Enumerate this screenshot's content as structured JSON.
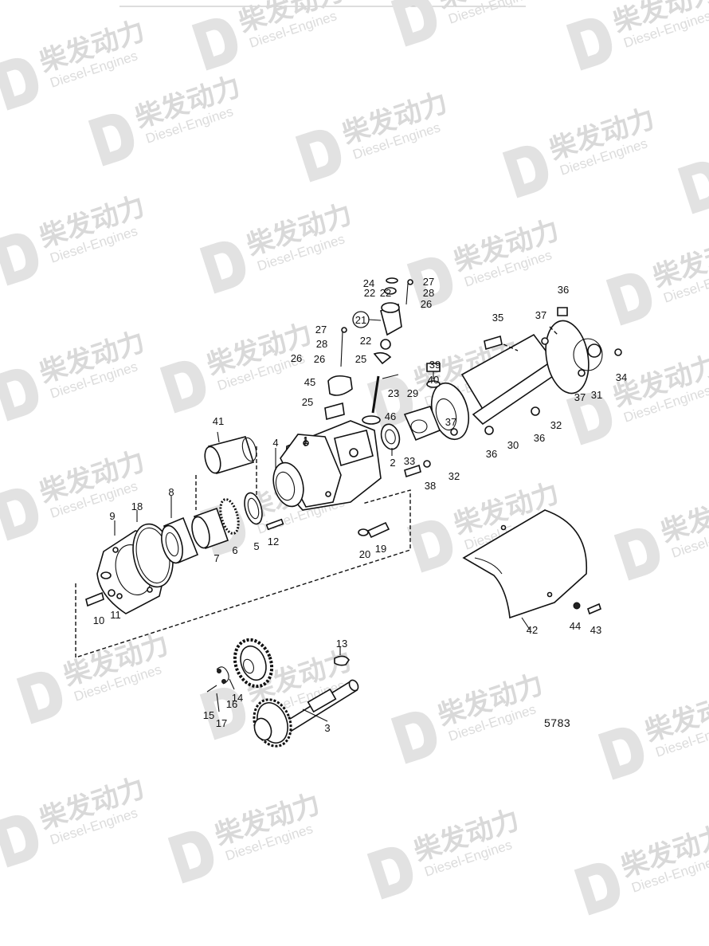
{
  "drawing_number": "5783",
  "watermark": {
    "brand_cn": "柴发动力",
    "brand_en": "Diesel-Engines"
  },
  "callouts": [
    "1",
    "2",
    "3",
    "4",
    "5",
    "6",
    "7",
    "8",
    "9",
    "10",
    "11",
    "12",
    "13",
    "14",
    "15",
    "16",
    "17",
    "18",
    "19",
    "20",
    "21",
    "22",
    "23",
    "24",
    "25",
    "26",
    "27",
    "28",
    "29",
    "30",
    "31",
    "32",
    "33",
    "34",
    "35",
    "36",
    "37",
    "38",
    "39",
    "40",
    "41",
    "42",
    "43",
    "44",
    "45",
    "46"
  ],
  "colors": {
    "line": "#111111",
    "background": "#ffffff",
    "watermark": "#d9d9d9"
  }
}
